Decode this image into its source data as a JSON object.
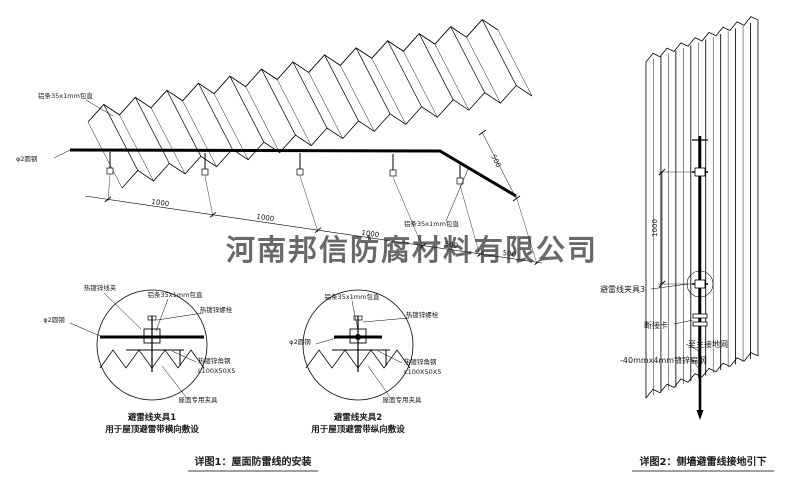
{
  "watermark": "河南邦信防腐材料有限公司",
  "colors": {
    "line": "#1a1a1a",
    "red": "#c01818",
    "watermark": "#9b9b9b"
  },
  "detail1": {
    "caption": "详图1：屋面防雷线的安装",
    "roof_labels": {
      "strip_top": "铝条35x1mm包直",
      "strip_bottom": "铝条35x1mm包直",
      "round_steel": "φ2圆钢"
    },
    "dims": [
      "1000",
      "1000",
      "1000",
      "500",
      "500"
    ],
    "dim_side": "500",
    "clamp1": {
      "title": "避雷线夹具1",
      "subtitle": "用于屋顶避雷带横向敷设",
      "wire_clip": "热镀锌线夹",
      "strip": "铝条35x1mm包直",
      "bolt": "热镀锌螺栓",
      "round_steel": "φ2圆钢",
      "angle_line1": "热镀锌角钢",
      "angle_line2": "L100X50X5",
      "roof_clamp": "屋面专用夹具"
    },
    "clamp2": {
      "title": "避雷线夹具2",
      "subtitle": "用于屋顶避雷带纵向敷设",
      "strip": "铝条35x1mm包直",
      "bolt": "热镀锌螺栓",
      "round_steel": "φ2圆钢",
      "angle_line1": "热镀锌角钢",
      "angle_line2": "L100X50X5",
      "roof_clamp": "屋面专用夹具"
    }
  },
  "detail2": {
    "caption": "详图2：侧墙避雷线接地引下",
    "dim": "1000",
    "labels": {
      "clamp3": "避雷线夹具3",
      "disconnect": "断接卡",
      "to_ground": "至主接地网",
      "flat_steel": "-40mmx4mm镀锌扁钢"
    }
  }
}
